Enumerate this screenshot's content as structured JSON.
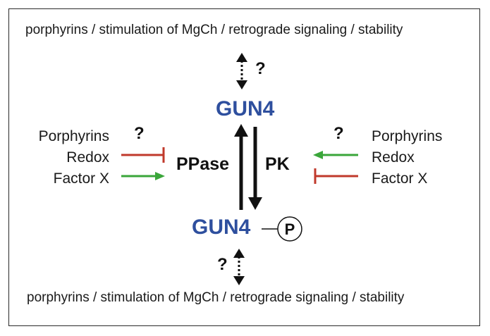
{
  "captions": {
    "top": "porphyrins / stimulation of MgCh / retrograde signaling / stability",
    "bottom": "porphyrins / stimulation of MgCh / retrograde signaling / stability"
  },
  "proteins": {
    "top": "GUN4",
    "bottom": "GUN4",
    "phospho_label": "P"
  },
  "enzymes": {
    "left": "PPase",
    "right": "PK"
  },
  "unknown_mark": "?",
  "left_factors": [
    "Porphyrins",
    "Redox",
    "Factor X"
  ],
  "right_factors": [
    "Porphyrins",
    "Redox",
    "Factor X"
  ],
  "colors": {
    "protein": "#2e4f9e",
    "inhibition": "#c0392b",
    "activation": "#3aa63a",
    "arrow": "#111111"
  }
}
